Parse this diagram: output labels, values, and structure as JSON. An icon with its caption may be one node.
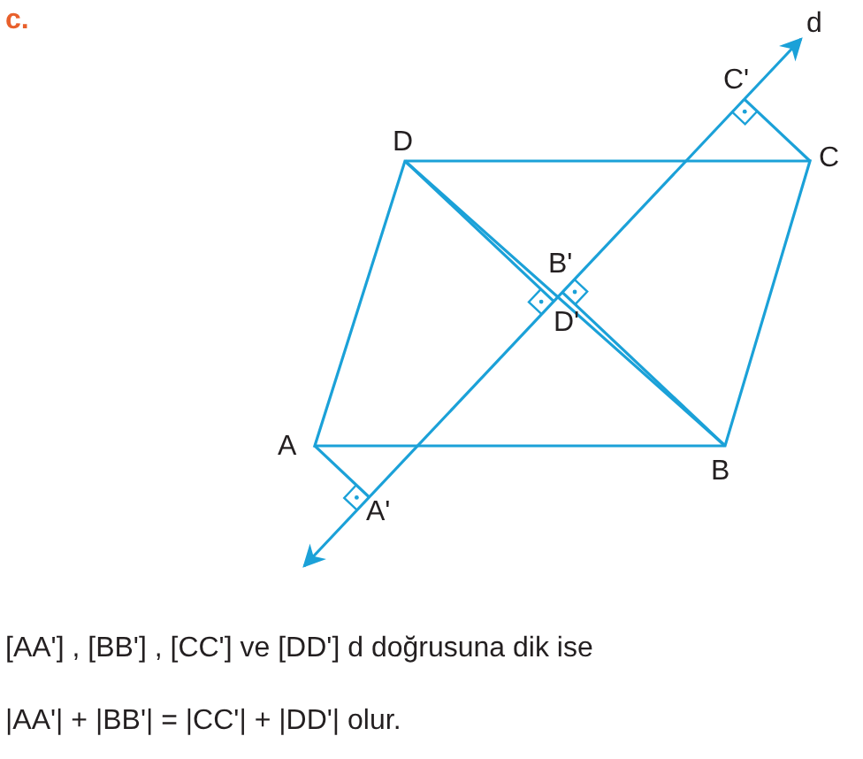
{
  "diagram": {
    "labels": [
      "c.",
      "d",
      "C'",
      "D",
      "C",
      "B'",
      "D'",
      "A",
      "B",
      "A'",
      "[AA'] , [BB'] , [CC'] ve [DD']  d doğrusuna dik ise",
      "|AA'| + |BB'| = |CC'| + |DD'| olur."
    ]
  }
}
